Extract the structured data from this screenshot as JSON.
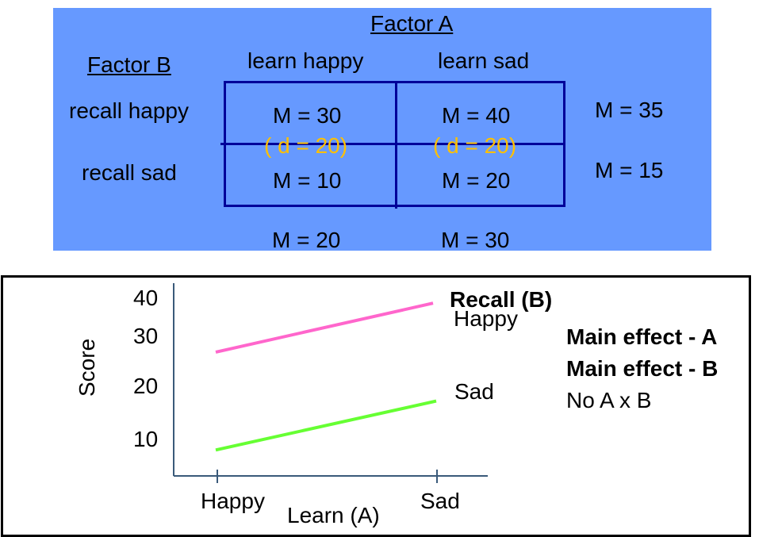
{
  "table": {
    "factor_a": "Factor A",
    "factor_b": "Factor B",
    "col_headers": [
      "learn happy",
      "learn sad"
    ],
    "row_headers": [
      "recall happy",
      "recall sad"
    ],
    "cells": [
      [
        "M = 30",
        "M = 40"
      ],
      [
        "M = 10",
        "M = 20"
      ]
    ],
    "diffs": [
      "( d = 20)",
      "( d = 20)"
    ],
    "row_means": [
      "M = 35",
      "M = 15"
    ],
    "col_means": [
      "M = 20",
      "M = 30"
    ],
    "colors": {
      "panel": "#6699ff",
      "grid": "#000099",
      "diff": "#ffc000"
    }
  },
  "chart_data": {
    "type": "line",
    "xlabel": "Learn (A)",
    "ylabel": "Score",
    "categories": [
      "Happy",
      "Sad"
    ],
    "yticks": [
      "10",
      "20",
      "30",
      "40"
    ],
    "legend_title": "Recall (B)",
    "series": [
      {
        "name": "Happy",
        "values": [
          30,
          40
        ],
        "color": "#ff66cc"
      },
      {
        "name": "Sad",
        "values": [
          10,
          20
        ],
        "color": "#66ff33"
      }
    ],
    "annotations": [
      "Main effect - A",
      "Main effect - B",
      "No A x B"
    ]
  }
}
